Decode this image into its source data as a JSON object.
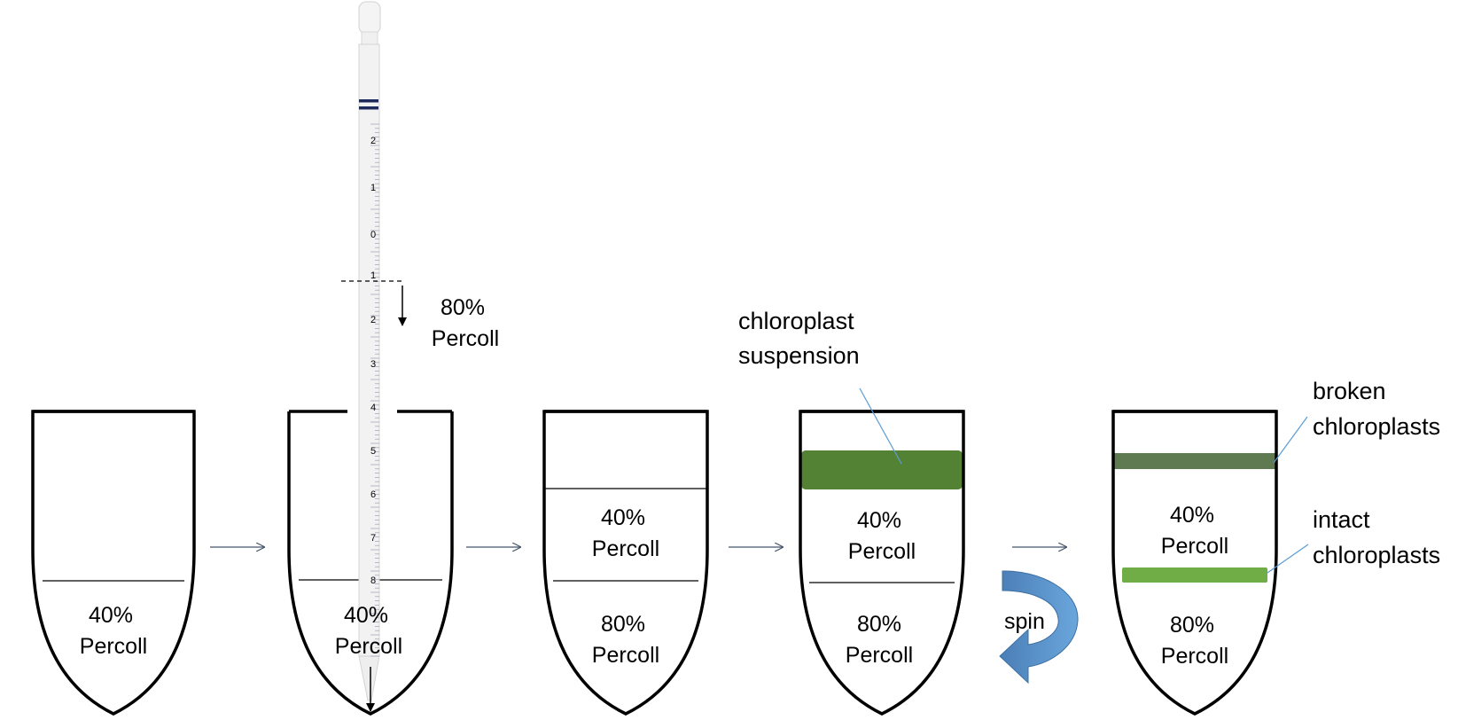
{
  "tubes": [
    {
      "layers": [
        {
          "line1": "40%",
          "line2": "Percoll"
        }
      ]
    },
    {
      "layers": [
        {
          "line1": "40%",
          "line2": "Percoll"
        }
      ]
    },
    {
      "layers": [
        {
          "line1": "40%",
          "line2": "Percoll"
        },
        {
          "line1": "80%",
          "line2": "Percoll"
        }
      ]
    },
    {
      "layers": [
        {
          "line1": "40%",
          "line2": "Percoll"
        },
        {
          "line1": "80%",
          "line2": "Percoll"
        }
      ]
    },
    {
      "layers": [
        {
          "line1": "40%",
          "line2": "Percoll"
        },
        {
          "line1": "80%",
          "line2": "Percoll"
        }
      ]
    }
  ],
  "pipette": {
    "label_line1": "80%",
    "label_line2": "Percoll",
    "scale_upper": [
      "2",
      "1",
      "0"
    ],
    "scale_lower": [
      "1",
      "2",
      "3",
      "4",
      "5",
      "6",
      "7",
      "8"
    ]
  },
  "annotations": {
    "suspension_line1": "chloroplast",
    "suspension_line2": "suspension",
    "broken_line1": "broken",
    "broken_line2": "chloroplasts",
    "intact_line1": "intact",
    "intact_line2": "chloroplasts"
  },
  "spin_label": "spin",
  "colors": {
    "suspension_band": "#548235",
    "broken_band": "#5f7a50",
    "intact_band": "#70ad47",
    "spin_arrow": "#5b9bd5",
    "flow_arrow": "#44546a",
    "callout_line": "#5b9bd5"
  }
}
